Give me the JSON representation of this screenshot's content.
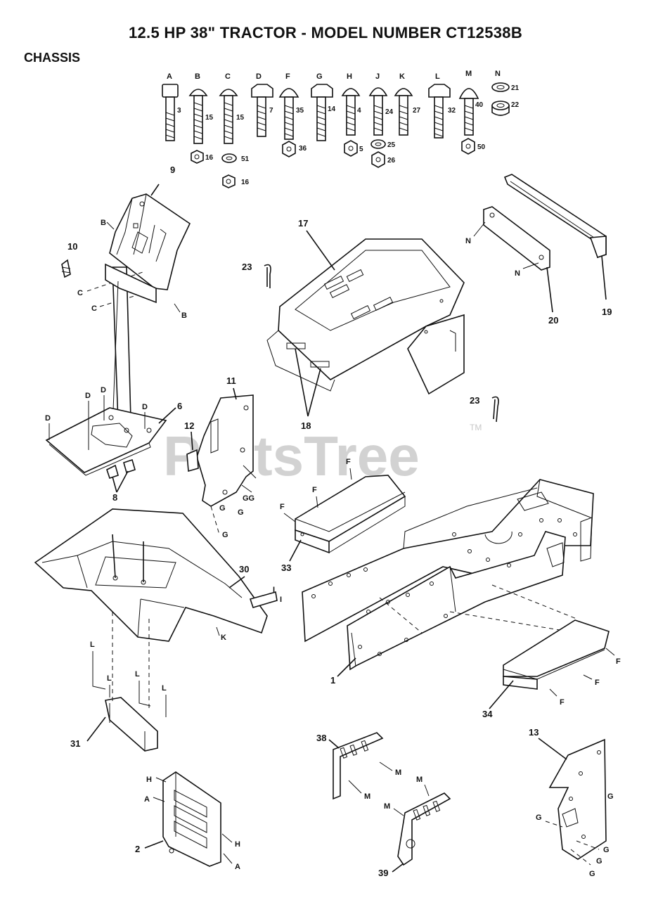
{
  "title": "12.5 HP 38\" TRACTOR - MODEL NUMBER CT12538B",
  "section": "CHASSIS",
  "watermark": "PartsTree",
  "watermark_tm": "TM",
  "hardware": [
    {
      "letter": "A",
      "qty": "3"
    },
    {
      "letter": "B",
      "qty": "15"
    },
    {
      "letter": "C",
      "qty": "15"
    },
    {
      "letter": "D",
      "qty": "7"
    },
    {
      "letter": "F",
      "qty": "35"
    },
    {
      "letter": "G",
      "qty": "14"
    },
    {
      "letter": "H",
      "qty": "4"
    },
    {
      "letter": "J",
      "qty": "24"
    },
    {
      "letter": "K",
      "qty": "27"
    },
    {
      "letter": "L",
      "qty": "32"
    },
    {
      "letter": "M",
      "qty": "40"
    },
    {
      "letter": "N",
      "qty": "21"
    }
  ],
  "hardware_extra": {
    "n_lower": "22",
    "b_nut": "16",
    "c_washer": "51",
    "c_nut": "16",
    "f_nut": "36",
    "h_nut": "5",
    "j_washer": "25",
    "j_nut": "26",
    "m_nut": "50"
  },
  "callouts": {
    "p9": "9",
    "p10": "10",
    "p17": "17",
    "p23a": "23",
    "p23b": "23",
    "p20": "20",
    "p19": "19",
    "p18": "18",
    "p6": "6",
    "p11": "11",
    "p12": "12",
    "p8": "8",
    "p30": "30",
    "p33": "33",
    "p1": "1",
    "p34": "34",
    "p31": "31",
    "p2": "2",
    "p38": "38",
    "p39": "39",
    "p13": "13"
  },
  "refs": {
    "B": "B",
    "C": "C",
    "D": "D",
    "N": "N",
    "G": "G",
    "GG": "GG",
    "F": "F",
    "I": "I",
    "K": "K",
    "L": "L",
    "H": "H",
    "A": "A",
    "M": "M"
  }
}
